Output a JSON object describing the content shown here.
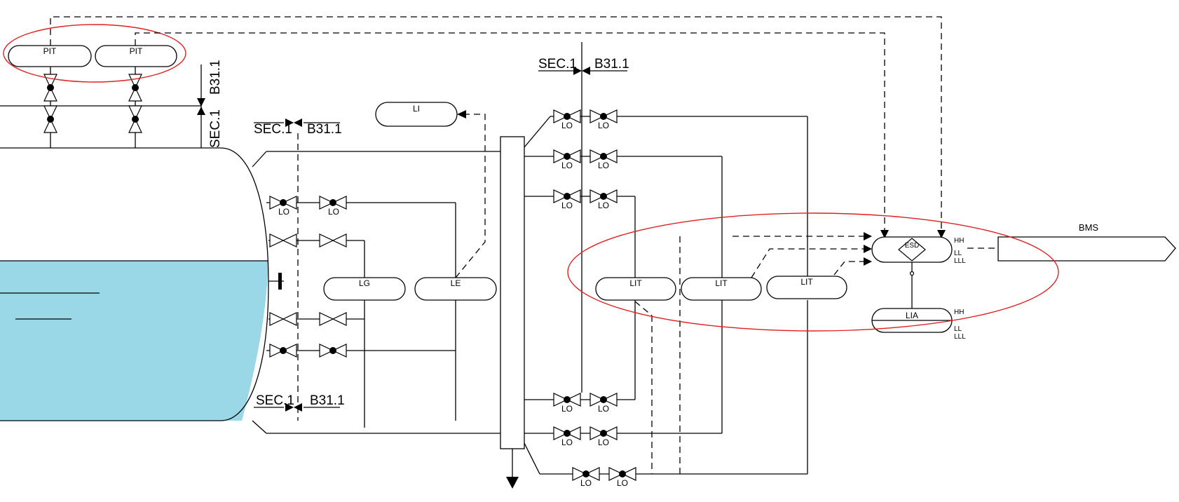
{
  "colors": {
    "liquid": "#9ad8e8",
    "highlight": "#e02020",
    "line": "#000000"
  },
  "labels": {
    "pit": "PIT",
    "li": "LI",
    "lg": "LG",
    "le": "LE",
    "lit": "LIT",
    "esd": "ESD",
    "lia": "LIA",
    "bms": "BMS",
    "lo": "LO",
    "sec": "SEC.1",
    "b31": "B31.1",
    "hh": "HH",
    "ll": "LL",
    "lll": "LLL"
  }
}
